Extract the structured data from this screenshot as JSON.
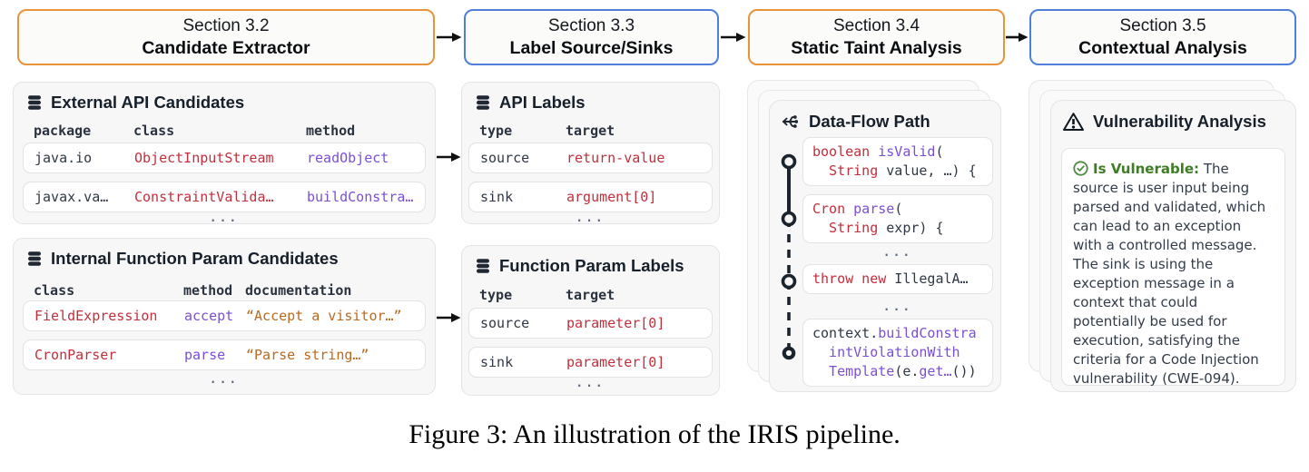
{
  "colors": {
    "accent_orange": "#E8943A",
    "accent_blue": "#4F7FD9",
    "code_red": "#C22F3C",
    "code_purple": "#7A4FD6",
    "doc_string_orange": "#B96A1E",
    "verdict_green": "#3E7D25",
    "timeline_dark": "#1B232D",
    "card_bg": "#F7F7F8"
  },
  "sections": [
    {
      "line1": "Section 3.2",
      "line2": "Candidate Extractor",
      "border": "orange"
    },
    {
      "line1": "Section 3.3",
      "line2": "Label Source/Sinks",
      "border": "blue"
    },
    {
      "line1": "Section 3.4",
      "line2": "Static Taint Analysis",
      "border": "orange"
    },
    {
      "line1": "Section 3.5",
      "line2": "Contextual Analysis",
      "border": "blue"
    }
  ],
  "cards": {
    "external_api": {
      "icon": "database-icon",
      "title": "External API Candidates",
      "columns": [
        "package",
        "class",
        "method"
      ],
      "rows": [
        [
          "java.io",
          "ObjectInputStream",
          "readObject"
        ],
        [
          "javax.va…",
          "ConstraintValida…",
          "buildConstra…"
        ]
      ],
      "more": "..."
    },
    "internal_param": {
      "icon": "database-icon",
      "title": "Internal Function Param Candidates",
      "columns": [
        "class",
        "method",
        "documentation"
      ],
      "rows": [
        [
          "FieldExpression",
          "accept",
          "“Accept a visitor…”"
        ],
        [
          "CronParser",
          "parse",
          "“Parse string…”"
        ]
      ],
      "more": "..."
    },
    "api_labels": {
      "icon": "database-icon",
      "title": "API Labels",
      "columns": [
        "type",
        "target"
      ],
      "rows": [
        [
          "source",
          "return-value"
        ],
        [
          "sink",
          "argument[0]"
        ]
      ],
      "more": "..."
    },
    "param_labels": {
      "icon": "database-icon",
      "title": "Function Param Labels",
      "columns": [
        "type",
        "target"
      ],
      "rows": [
        [
          "source",
          "parameter[0]"
        ],
        [
          "sink",
          "parameter[0]"
        ]
      ],
      "more": "..."
    },
    "dataflow": {
      "icon": "flow-icon",
      "title": "Data-Flow Path",
      "more": "...",
      "steps": [
        {
          "lines": [
            {
              "tokens": [
                {
                  "t": "boolean ",
                  "c": "red"
                },
                {
                  "t": "isValid",
                  "c": "purple"
                },
                {
                  "t": "(",
                  "c": "dark"
                }
              ]
            },
            {
              "tokens": [
                {
                  "t": "  String",
                  "c": "red"
                },
                {
                  "t": " value, …) {",
                  "c": "dark"
                }
              ]
            }
          ]
        },
        {
          "lines": [
            {
              "tokens": [
                {
                  "t": "Cron ",
                  "c": "red"
                },
                {
                  "t": "parse",
                  "c": "purple"
                },
                {
                  "t": "(",
                  "c": "dark"
                }
              ]
            },
            {
              "tokens": [
                {
                  "t": "  String",
                  "c": "red"
                },
                {
                  "t": " expr) {",
                  "c": "dark"
                }
              ]
            }
          ]
        },
        {
          "lines": [
            {
              "tokens": [
                {
                  "t": "throw new",
                  "c": "red"
                },
                {
                  "t": " IllegalA…",
                  "c": "dark"
                }
              ]
            }
          ]
        },
        {
          "lines": [
            {
              "tokens": [
                {
                  "t": "context.",
                  "c": "dark"
                },
                {
                  "t": "buildConstra",
                  "c": "purple"
                }
              ]
            },
            {
              "tokens": [
                {
                  "t": "  intViolationWith",
                  "c": "purple"
                }
              ]
            },
            {
              "tokens": [
                {
                  "t": "  Template",
                  "c": "purple"
                },
                {
                  "t": "(e.",
                  "c": "dark"
                },
                {
                  "t": "get…",
                  "c": "purple"
                },
                {
                  "t": "())",
                  "c": "dark"
                }
              ]
            }
          ]
        }
      ]
    },
    "vuln": {
      "icon": "warning-icon",
      "verdict_icon": "check-circle-icon",
      "title": "Vulnerability Analysis",
      "verdict": "Is Vulnerable:",
      "text": "The source is user input being parsed and validated, which can lead to an exception with a controlled message. The sink is using the exception message in a context that could potentially be used for execution, satisfying the criteria for a Code Injection vulnerability (CWE-094)."
    }
  },
  "caption": "Figure 3: An illustration of the IRIS pipeline."
}
